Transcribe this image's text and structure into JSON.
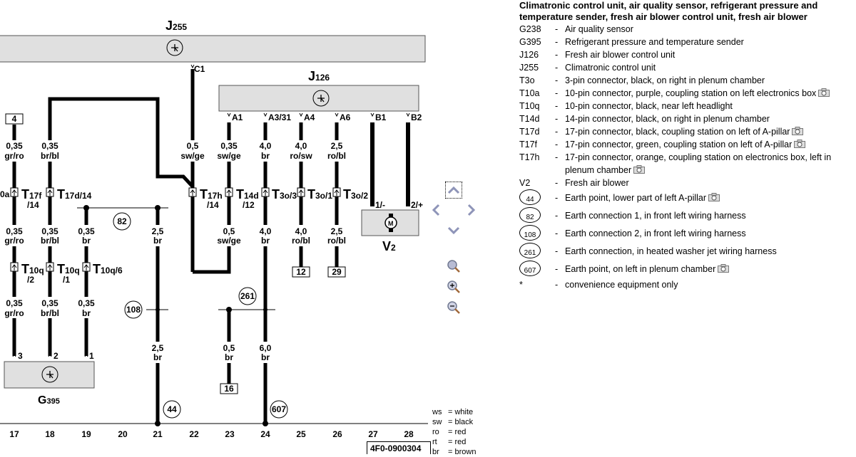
{
  "diagram": {
    "components": {
      "j255": {
        "letter": "J",
        "sub": "255"
      },
      "j126": {
        "letter": "J",
        "sub": "126"
      },
      "g395": {
        "letter": "G",
        "sub": "395"
      },
      "v2": {
        "letter": "V",
        "sub": "2"
      }
    },
    "pins": {
      "c1": "C1",
      "a1": "A1",
      "a331": "A3/31",
      "a4": "A4",
      "a6": "A6",
      "b1": "B1",
      "b2": "B2",
      "v2_1": "1/-",
      "v2_2": "2/+",
      "g3": "3",
      "g2": "2",
      "g1": "1"
    },
    "wires": [
      {
        "id": "w17a",
        "size": "0,35",
        "color": "gr/ro"
      },
      {
        "id": "w18a",
        "size": "0,35",
        "color": "br/bl"
      },
      {
        "id": "w22a",
        "size": "0,5",
        "color": "sw/ge"
      },
      {
        "id": "w23a",
        "size": "0,35",
        "color": "sw/ge"
      },
      {
        "id": "w24a",
        "size": "4,0",
        "color": "br"
      },
      {
        "id": "w25a",
        "size": "4,0",
        "color": "ro/sw"
      },
      {
        "id": "w26a",
        "size": "2,5",
        "color": "ro/bl"
      },
      {
        "id": "w17b",
        "size": "0,35",
        "color": "gr/ro"
      },
      {
        "id": "w18b",
        "size": "0,35",
        "color": "br/bl"
      },
      {
        "id": "w19b",
        "size": "0,35",
        "color": "br"
      },
      {
        "id": "w21b",
        "size": "2,5",
        "color": "br"
      },
      {
        "id": "w23b",
        "size": "0,5",
        "color": "sw/ge"
      },
      {
        "id": "w24b",
        "size": "4,0",
        "color": "br"
      },
      {
        "id": "w25b",
        "size": "4,0",
        "color": "ro/bl"
      },
      {
        "id": "w26b",
        "size": "2,5",
        "color": "ro/bl"
      },
      {
        "id": "w17c",
        "size": "0,35",
        "color": "gr/ro"
      },
      {
        "id": "w18c",
        "size": "0,35",
        "color": "br/bl"
      },
      {
        "id": "w19c",
        "size": "0,35",
        "color": "br"
      },
      {
        "id": "w21c",
        "size": "2,5",
        "color": "br"
      },
      {
        "id": "w23c",
        "size": "0,5",
        "color": "br"
      },
      {
        "id": "w24c",
        "size": "6,0",
        "color": "br"
      }
    ],
    "connectors": {
      "t10a": "0a",
      "t17f": {
        "big": "T",
        "sub": "17f",
        "pin": "/14"
      },
      "t17d": {
        "big": "T",
        "sub": "17d/14"
      },
      "t17h": {
        "big": "T",
        "sub": "17h",
        "pin": "/14"
      },
      "t14d": {
        "big": "T",
        "sub": "14d",
        "pin": "/12"
      },
      "t3o3": {
        "big": "T",
        "sub": "3o/3"
      },
      "t3o1": {
        "big": "T",
        "sub": "3o/1"
      },
      "t3o2": {
        "big": "T",
        "sub": "3o/2"
      },
      "t10q2": {
        "big": "T",
        "sub": "10q",
        "pin": "/2"
      },
      "t10q1": {
        "big": "T",
        "sub": "10q",
        "pin": "/1"
      },
      "t10q6": {
        "big": "T",
        "sub": "10q/6"
      }
    },
    "refs": {
      "r4": "4",
      "r12": "12",
      "r29": "29",
      "r16": "16"
    },
    "earths": {
      "e82": "82",
      "e108": "108",
      "e261": "261",
      "e44": "44",
      "e607": "607"
    },
    "tracks": [
      "17",
      "18",
      "19",
      "20",
      "21",
      "22",
      "23",
      "24",
      "25",
      "26",
      "27",
      "28"
    ],
    "ref_code": "4F0-0900304"
  },
  "nav": {
    "up": "pan-up",
    "left": "pan-left",
    "right": "pan-right",
    "down": "pan-down",
    "zoom": "zoom-fit",
    "zoom_in": "zoom-in",
    "zoom_out": "zoom-out"
  },
  "color_key": [
    {
      "code": "ws",
      "name": "white"
    },
    {
      "code": "sw",
      "name": "black"
    },
    {
      "code": "ro",
      "name": "red"
    },
    {
      "code": "rt",
      "name": "red"
    },
    {
      "code": "br",
      "name": "brown"
    }
  ],
  "legend": {
    "title": "Climatronic control unit, air quality sensor, refrigerant pressure and temperature sender, fresh air blower control unit, fresh air blower",
    "items": [
      {
        "code": "G238",
        "desc": "Air quality sensor",
        "photo": false
      },
      {
        "code": "G395",
        "desc": "Refrigerant pressure and temperature sender",
        "photo": false
      },
      {
        "code": "J126",
        "desc": "Fresh air blower control unit",
        "photo": false
      },
      {
        "code": "J255",
        "desc": "Climatronic control unit",
        "photo": false
      },
      {
        "code": "T3o",
        "desc": "3-pin connector, black, on right in plenum chamber",
        "photo": false
      },
      {
        "code": "T10a",
        "desc": "10-pin connector, purple, coupling station on left electronics box",
        "photo": true
      },
      {
        "code": "T10q",
        "desc": "10-pin connector, black, near left headlight",
        "photo": false
      },
      {
        "code": "T14d",
        "desc": "14-pin connector, black, on right in plenum chamber",
        "photo": false
      },
      {
        "code": "T17d",
        "desc": "17-pin connector, black, coupling station on left of A-pillar",
        "photo": true
      },
      {
        "code": "T17f",
        "desc": "17-pin connector, green, coupling station on left of A-pillar",
        "photo": true
      },
      {
        "code": "T17h",
        "desc": "17-pin connector, orange, coupling station on electronics box, left in plenum chamber",
        "photo": true
      },
      {
        "code": "V2",
        "desc": "Fresh air blower",
        "photo": false
      }
    ],
    "earth_items": [
      {
        "code": "44",
        "desc": "Earth point, lower part of left A-pillar",
        "photo": true
      },
      {
        "code": "82",
        "desc": "Earth connection 1, in front left wiring harness",
        "photo": false
      },
      {
        "code": "108",
        "desc": "Earth connection 2, in front left wiring harness",
        "photo": false
      },
      {
        "code": "261",
        "desc": "Earth connection, in heated washer jet wiring harness",
        "photo": false
      },
      {
        "code": "607",
        "desc": "Earth point, on left in plenum chamber",
        "photo": true
      }
    ],
    "footnote": {
      "code": "*",
      "desc": "convenience equipment only"
    },
    "dash": "-"
  }
}
